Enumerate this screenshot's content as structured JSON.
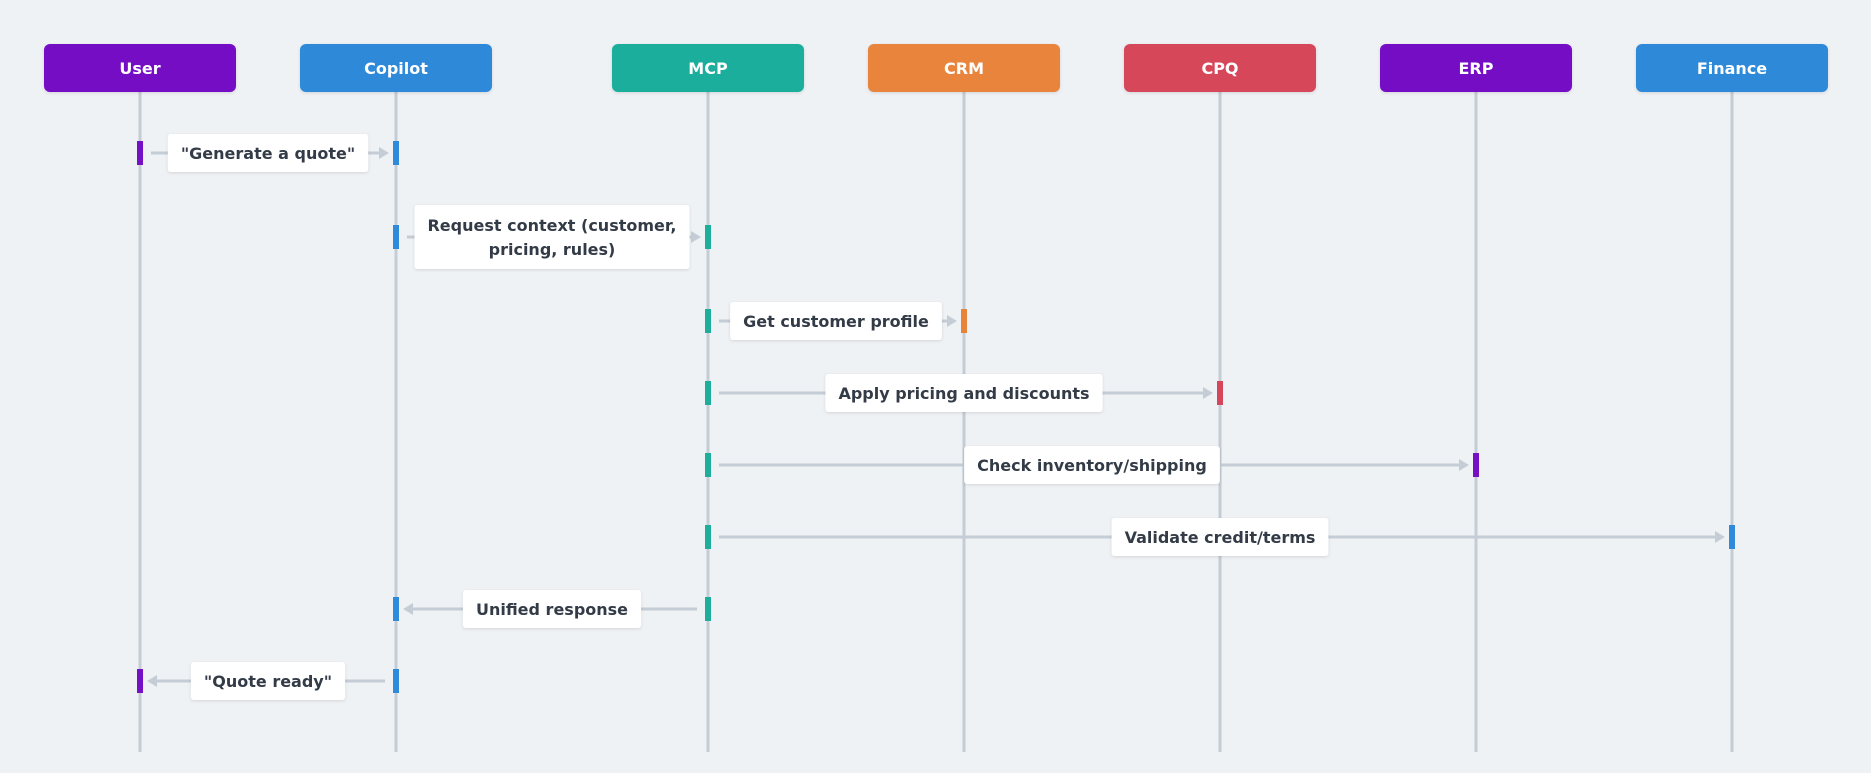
{
  "participants": [
    {
      "id": "user",
      "label": "User",
      "color": "#7510c5"
    },
    {
      "id": "copilot",
      "label": "Copilot",
      "color": "#2f8ad9"
    },
    {
      "id": "mcp",
      "label": "MCP",
      "color": "#1eae9c"
    },
    {
      "id": "crm",
      "label": "CRM",
      "color": "#e8843a"
    },
    {
      "id": "cpq",
      "label": "CPQ",
      "color": "#d6465a"
    },
    {
      "id": "erp",
      "label": "ERP",
      "color": "#7510c5"
    },
    {
      "id": "finance",
      "label": "Finance",
      "color": "#2f8ad9"
    }
  ],
  "messages": [
    {
      "from": "user",
      "to": "copilot",
      "label": [
        "\"Generate a quote\""
      ]
    },
    {
      "from": "copilot",
      "to": "mcp",
      "label": [
        "Request context (customer,",
        "pricing, rules)"
      ]
    },
    {
      "from": "mcp",
      "to": "crm",
      "label": [
        "Get customer profile"
      ]
    },
    {
      "from": "mcp",
      "to": "cpq",
      "label": [
        "Apply pricing and discounts"
      ]
    },
    {
      "from": "mcp",
      "to": "erp",
      "label": [
        "Check inventory/shipping"
      ]
    },
    {
      "from": "mcp",
      "to": "finance",
      "label": [
        "Validate credit/terms"
      ]
    },
    {
      "from": "mcp",
      "to": "copilot",
      "label": [
        "Unified response"
      ]
    },
    {
      "from": "copilot",
      "to": "user",
      "label": [
        "\"Quote ready\""
      ]
    }
  ],
  "colors": {
    "background": "#eff2f5",
    "lifeline": "#c4ccd5",
    "arrow": "#c4ccd5",
    "label_bg": "#ffffff",
    "label_text": "#333b47",
    "header_text": "#ffffff"
  }
}
